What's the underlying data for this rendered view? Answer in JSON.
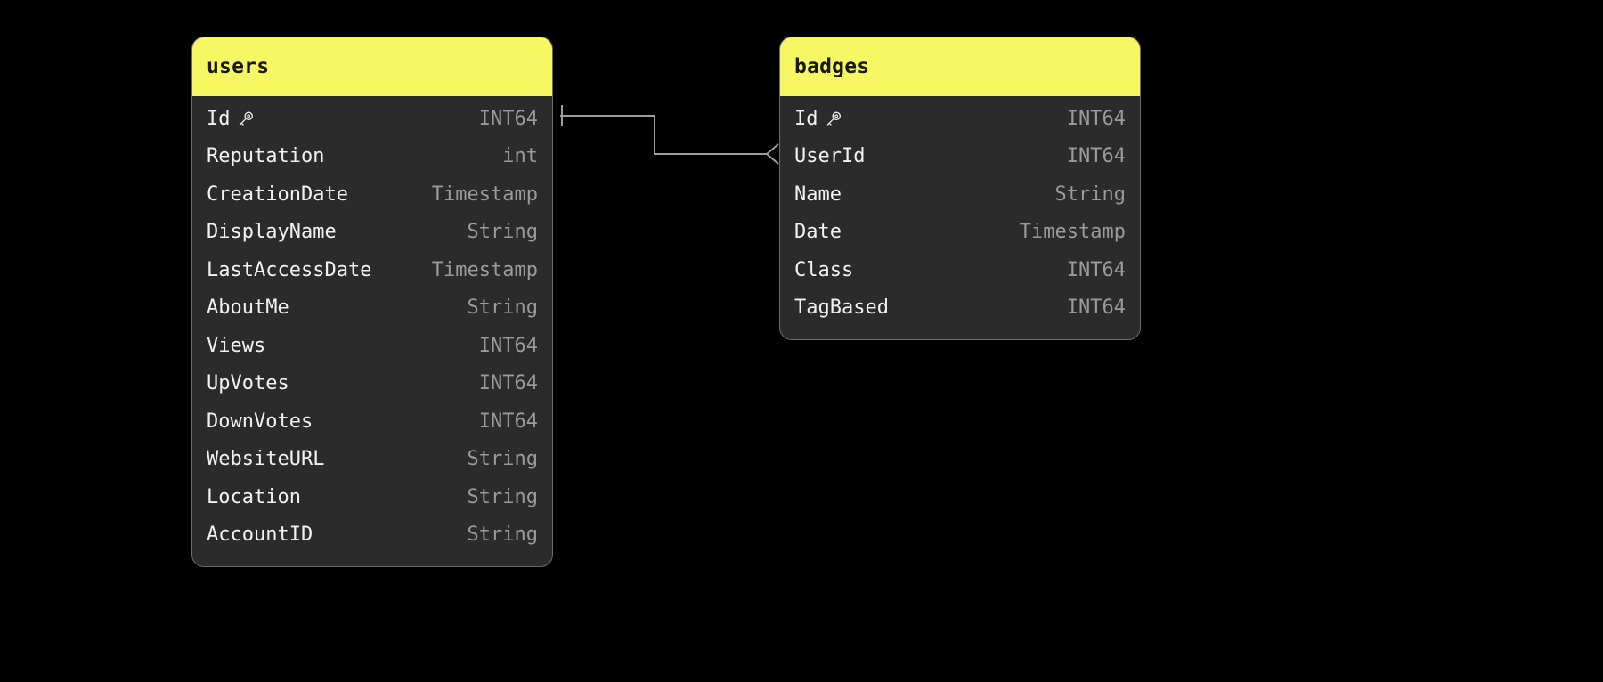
{
  "background_color": "#000000",
  "palette": {
    "header_yellow": "#f7f763",
    "body_gray": "#2b2b2b",
    "border_gray": "#6b6b6b",
    "field_name_color": "#f2f2f2",
    "field_type_color": "#9a9a9a",
    "connector_color": "#9d9d9d"
  },
  "diagram": {
    "type": "entity-relationship",
    "entities": [
      {
        "id": "users",
        "title": "users",
        "fields": [
          {
            "name": "Id",
            "type": "INT64",
            "key": true,
            "key_icon": "key-icon"
          },
          {
            "name": "Reputation",
            "type": "int",
            "key": false
          },
          {
            "name": "CreationDate",
            "type": "Timestamp",
            "key": false
          },
          {
            "name": "DisplayName",
            "type": "String",
            "key": false
          },
          {
            "name": "LastAccessDate",
            "type": "Timestamp",
            "key": false
          },
          {
            "name": "AboutMe",
            "type": "String",
            "key": false
          },
          {
            "name": "Views",
            "type": "INT64",
            "key": false
          },
          {
            "name": "UpVotes",
            "type": "INT64",
            "key": false
          },
          {
            "name": "DownVotes",
            "type": "INT64",
            "key": false
          },
          {
            "name": "WebsiteURL",
            "type": "String",
            "key": false
          },
          {
            "name": "Location",
            "type": "String",
            "key": false
          },
          {
            "name": "AccountID",
            "type": "String",
            "key": false
          }
        ]
      },
      {
        "id": "badges",
        "title": "badges",
        "fields": [
          {
            "name": "Id",
            "type": "INT64",
            "key": true,
            "key_icon": "key-icon"
          },
          {
            "name": "UserId",
            "type": "INT64",
            "key": false
          },
          {
            "name": "Name",
            "type": "String",
            "key": false
          },
          {
            "name": "Date",
            "type": "Timestamp",
            "key": false
          },
          {
            "name": "Class",
            "type": "INT64",
            "key": false
          },
          {
            "name": "TagBased",
            "type": "INT64",
            "key": false
          }
        ]
      }
    ],
    "relationships": [
      {
        "id": "users-badges",
        "from_entity": "users",
        "from_field": "Id",
        "from_cardinality": "one",
        "to_entity": "badges",
        "to_field": "UserId",
        "to_cardinality": "many"
      }
    ]
  }
}
